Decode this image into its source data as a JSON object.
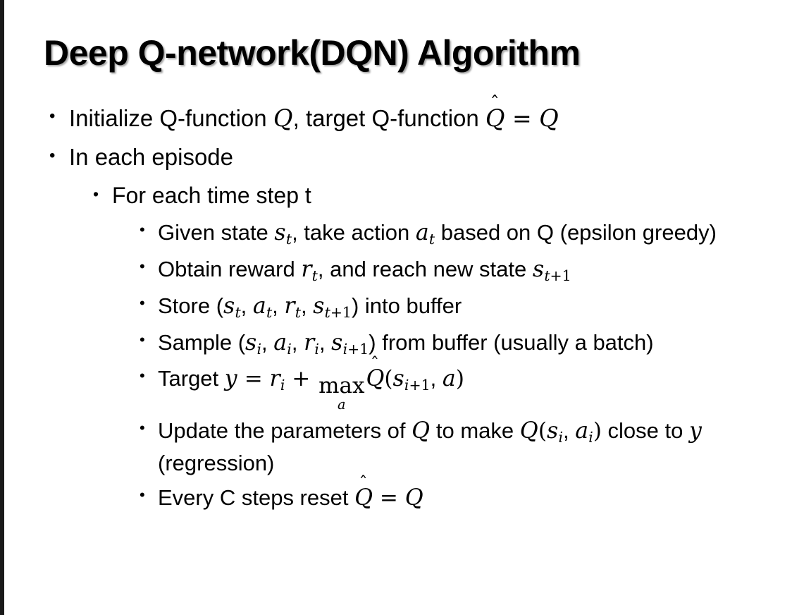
{
  "slide": {
    "title": "Deep Q-network(DQN) Algorithm",
    "accent_bar_color": "#1a1a1a",
    "background_color": "#ffffff",
    "text_color": "#000000",
    "title_shadow_color": "#5a5a5a"
  },
  "bullets": {
    "b1": {
      "level": 1,
      "marker": "•",
      "text_plain": "Initialize Q-function Q, target Q-function Q̂ = Q",
      "seg_1": "Initialize Q-function ",
      "sym_q1": "Q",
      "seg_2": ", target Q-function ",
      "sym_qhat": "Q",
      "hat_glyph": "ˆ",
      "seg_3": " = ",
      "sym_q2": "Q"
    },
    "b2": {
      "level": 1,
      "marker": "•",
      "text_plain": "In each episode",
      "label": "In each episode"
    },
    "b3": {
      "level": 2,
      "marker": "•",
      "text_plain": "For each time step t",
      "label": "For each time step t"
    },
    "b4": {
      "level": 3,
      "marker": "•",
      "text_plain": "Given state s_t, take action a_t based on Q (epsilon greedy)",
      "seg_1": "Given state ",
      "sym_s": "s",
      "sub_t1": "t",
      "seg_2": ", take action ",
      "sym_a": "a",
      "sub_t2": "t",
      "seg_3": " based on Q (epsilon greedy)"
    },
    "b5": {
      "level": 3,
      "marker": "•",
      "text_plain": "Obtain reward r_t, and reach new state s_{t+1}",
      "seg_1": "Obtain reward ",
      "sym_r": "r",
      "sub_t": "t",
      "seg_2": ", and reach new state ",
      "sym_s": "s",
      "sub_t_plus_1_var": "t",
      "sub_t_plus_1_num": "+1"
    },
    "b6": {
      "level": 3,
      "marker": "•",
      "text_plain": "Store (s_t, a_t, r_t, s_{t+1}) into buffer",
      "seg_1": "Store (",
      "sym_s1": "s",
      "sub_1": "t",
      "comma_1": ", ",
      "sym_a": "a",
      "sub_2": "t",
      "comma_2": ", ",
      "sym_r": "r",
      "sub_3": "t",
      "comma_3": ", ",
      "sym_s2": "s",
      "sub_4_var": "t",
      "sub_4_num": "+1",
      "seg_2": ") into buffer"
    },
    "b7": {
      "level": 3,
      "marker": "•",
      "text_plain": "Sample (s_i, a_i, r_i, s_{i+1}) from buffer (usually a batch)",
      "seg_1": "Sample (",
      "sym_s1": "s",
      "sub_1": "i",
      "comma_1": ", ",
      "sym_a": "a",
      "sub_2": "i",
      "comma_2": ", ",
      "sym_r": "r",
      "sub_3": "i",
      "comma_3": ", ",
      "sym_s2": "s",
      "sub_4_var": "i",
      "sub_4_num": "+1",
      "seg_2": ") from buffer (usually a batch)"
    },
    "b8": {
      "level": 3,
      "marker": "•",
      "text_plain": "Target y = r_i + max_a Q̂(s_{i+1}, a)",
      "seg_1": "Target ",
      "sym_y": "y",
      "eq": " = ",
      "sym_r": "r",
      "sub_r": "i",
      "plus": " + ",
      "max_op": "max",
      "max_under": "a",
      "sym_qhat": "Q",
      "hat_glyph": "ˆ",
      "paren_open": "(",
      "sym_s": "s",
      "sub_s_var": "i",
      "sub_s_num": "+1",
      "comma": ", ",
      "sym_a": "a",
      "paren_close": ")"
    },
    "b9": {
      "level": 3,
      "marker": "•",
      "text_plain": "Update the parameters of Q to make Q(s_i, a_i) close to y (regression)",
      "seg_1": "Update the parameters of ",
      "sym_q1": "Q",
      "seg_2": " to make ",
      "sym_q2": "Q",
      "paren_open": "(",
      "sym_s": "s",
      "sub_s": "i",
      "comma": ", ",
      "sym_a": "a",
      "sub_a": "i",
      "paren_close": ")",
      "seg_3": " close to ",
      "sym_y": "y",
      "seg_4": " (regression)"
    },
    "b10": {
      "level": 3,
      "marker": "•",
      "text_plain": "Every C steps reset Q̂ = Q",
      "seg_1": "Every C steps reset ",
      "sym_qhat": "Q",
      "hat_glyph": "ˆ",
      "eq": " = ",
      "sym_q": "Q"
    }
  }
}
